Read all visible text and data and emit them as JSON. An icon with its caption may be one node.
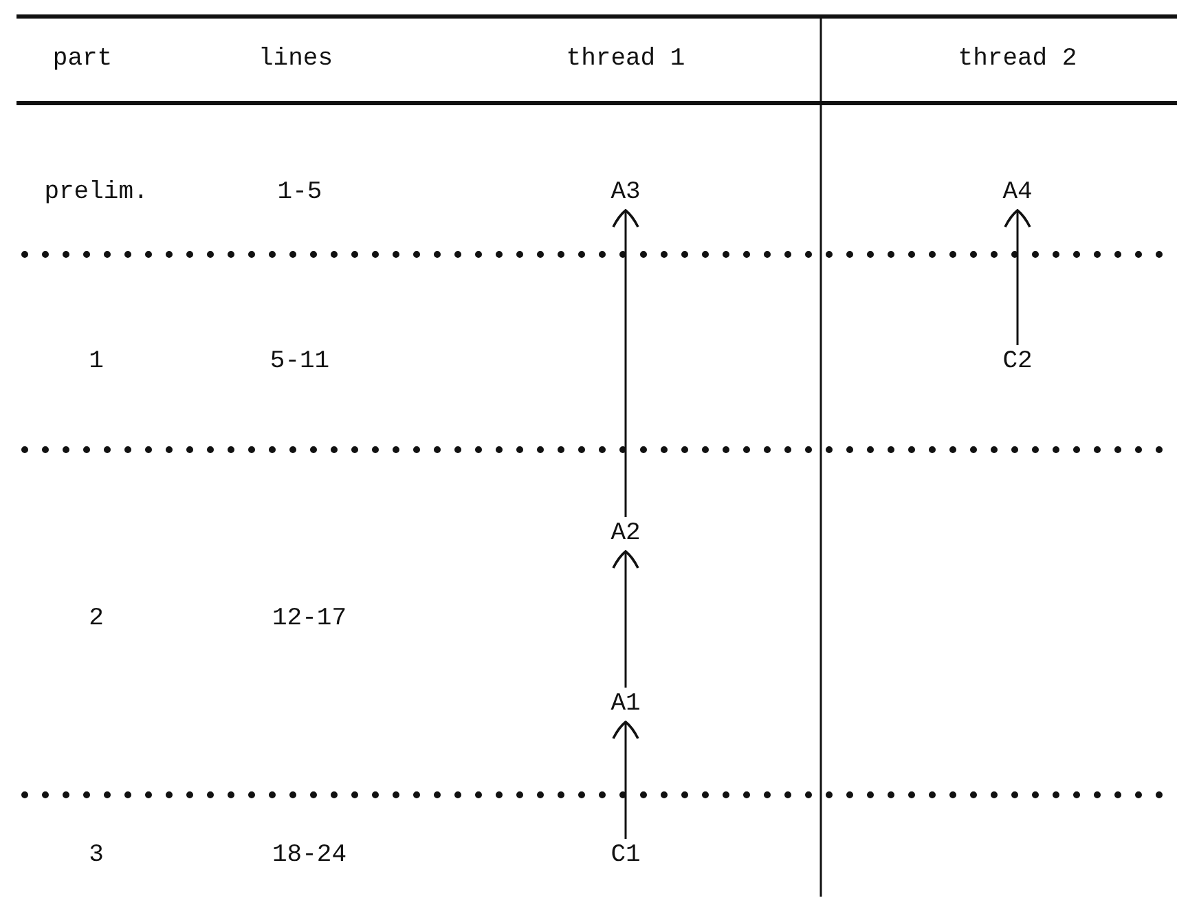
{
  "diagram": {
    "nodes": [
      {
        "text": [
          "A3"
        ]
      },
      {
        "text": [
          "A4"
        ]
      },
      {
        "text": [
          "C2"
        ]
      },
      {
        "text": [
          "A2"
        ]
      },
      {
        "text": [
          "A1"
        ]
      },
      {
        "text": [
          "C1"
        ]
      }
    ],
    "edges": [
      {
        "from": 2,
        "to": 1,
        "arrow": "to"
      },
      {
        "from": 3,
        "to": 0,
        "arrow": "to"
      },
      {
        "from": 4,
        "to": 3,
        "arrow": "to"
      },
      {
        "from": 5,
        "to": 4,
        "arrow": "to"
      }
    ],
    "labels": [
      "part",
      "lines",
      "thread 1",
      "thread 2",
      "prelim.",
      "1-5",
      "1",
      "5-11",
      "2",
      "12-17",
      "3",
      "18-24"
    ]
  }
}
